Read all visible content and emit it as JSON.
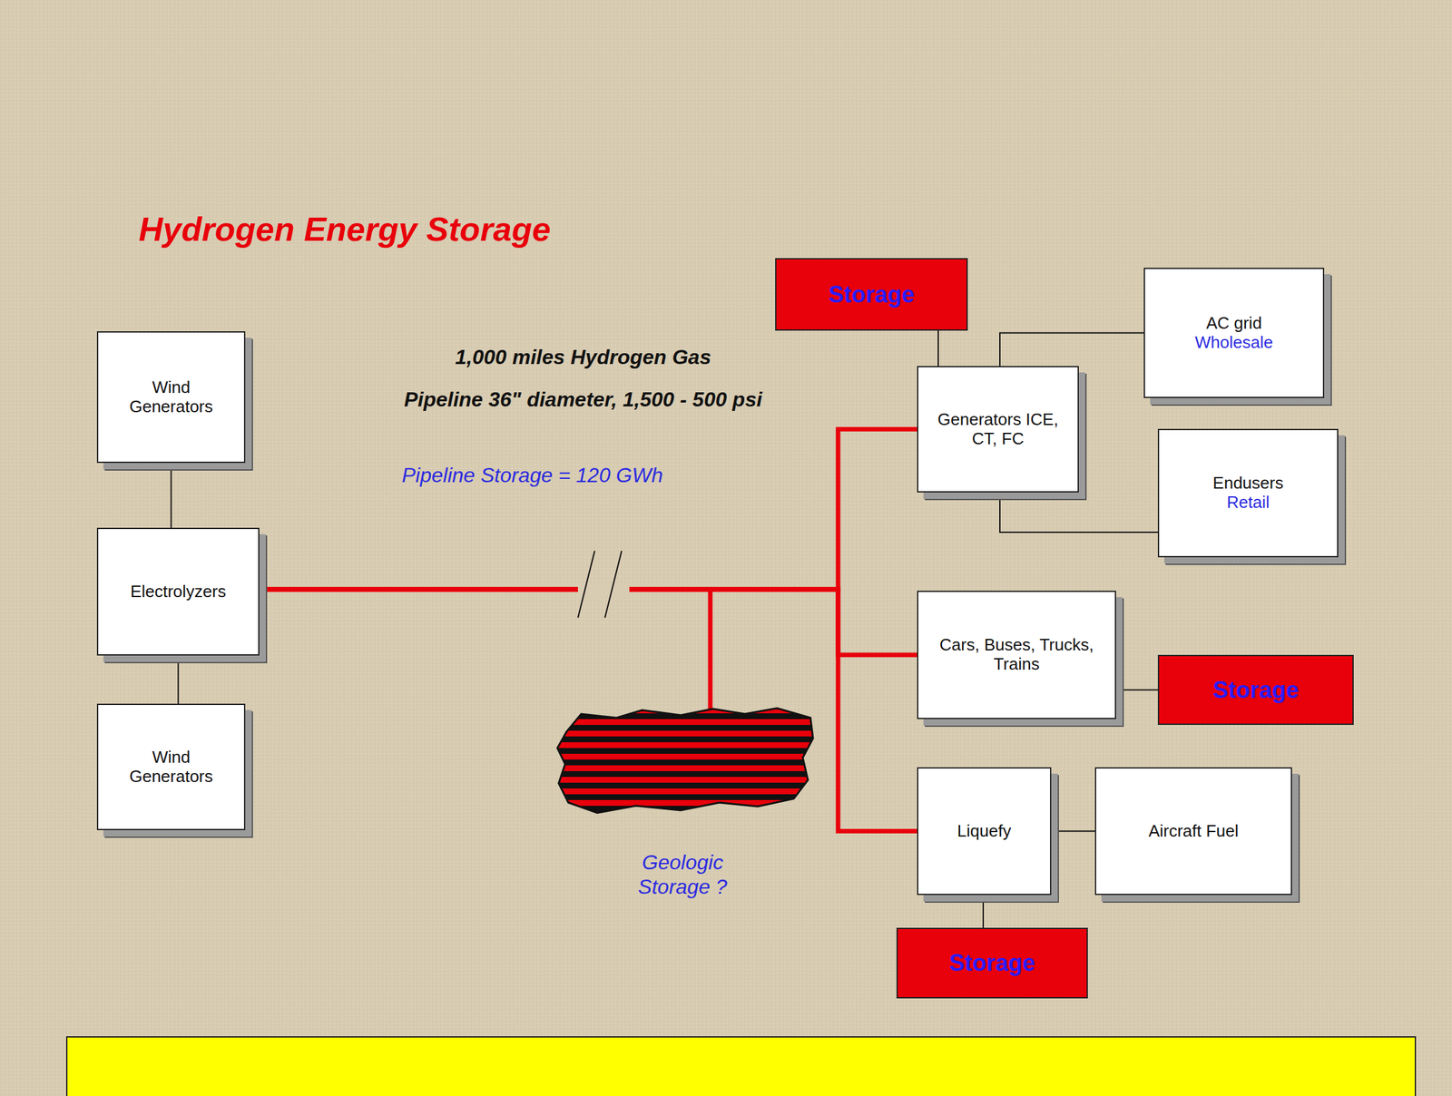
{
  "diagram": {
    "title": "Hydrogen Energy Storage",
    "nodes": [
      {
        "text": [
          "Wind Generators"
        ]
      },
      {
        "text": [
          "Electrolyzers"
        ]
      },
      {
        "text": [
          "Wind Generators"
        ]
      },
      {
        "text": [
          "Storage"
        ]
      },
      {
        "text": [
          "Generators ICE, CT, FC"
        ]
      },
      {
        "text": [
          "AC grid",
          "Wholesale"
        ]
      },
      {
        "text": [
          "Endusers",
          "Retail"
        ]
      },
      {
        "text": [
          "Cars, Buses, Trucks, Trains"
        ]
      },
      {
        "text": [
          "Storage"
        ]
      },
      {
        "text": [
          "Liquefy"
        ]
      },
      {
        "text": [
          "Aircraft Fuel"
        ]
      },
      {
        "text": [
          "Storage"
        ]
      }
    ],
    "edges": [
      {
        "from": 0,
        "to": 1,
        "arrow": "none"
      },
      {
        "from": 1,
        "to": 2,
        "arrow": "none"
      },
      {
        "from": 1,
        "to": 4,
        "arrow": "none"
      },
      {
        "from": 1,
        "to": 7,
        "arrow": "none"
      },
      {
        "from": 1,
        "to": 9,
        "arrow": "none"
      },
      {
        "from": 3,
        "to": 4,
        "arrow": "none"
      },
      {
        "from": 4,
        "to": 5,
        "arrow": "none"
      },
      {
        "from": 4,
        "to": 6,
        "arrow": "none"
      },
      {
        "from": 7,
        "to": 8,
        "arrow": "none"
      },
      {
        "from": 9,
        "to": 10,
        "arrow": "none"
      },
      {
        "from": 9,
        "to": 11,
        "arrow": "none"
      }
    ],
    "labels": [
      "1,000 miles Hydrogen Gas",
      "Pipeline 36\" diameter, 1,500 - 500 psi",
      "Pipeline Storage = 120 GWh",
      "Geologic Storage ?"
    ]
  }
}
